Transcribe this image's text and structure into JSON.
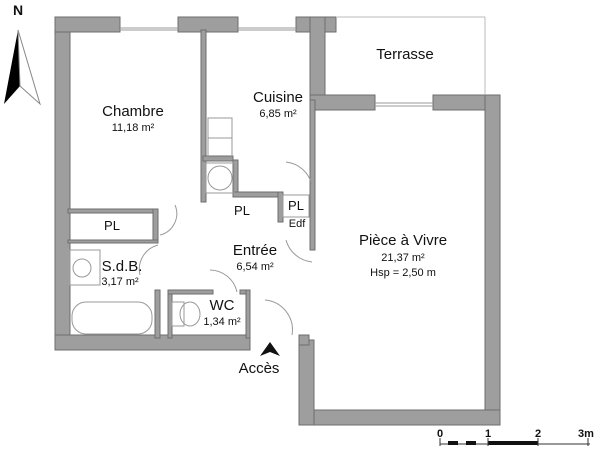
{
  "compass": {
    "label": "N"
  },
  "rooms": {
    "chambre": {
      "name": "Chambre",
      "area": "11,18 m²"
    },
    "cuisine": {
      "name": "Cuisine",
      "area": "6,85 m²"
    },
    "terrasse": {
      "name": "Terrasse"
    },
    "piece": {
      "name": "Pièce à Vivre",
      "area": "21,37 m²",
      "hsp": "Hsp = 2,50 m"
    },
    "entree": {
      "name": "Entrée",
      "area": "6,54 m²"
    },
    "sdb": {
      "name": "S.d.B.",
      "area": "3,17 m²"
    },
    "wc": {
      "name": "WC",
      "area": "1,34 m²"
    }
  },
  "closets": {
    "pl_chambre": "PL",
    "pl_cuisine": "PL",
    "pl_small": "PL",
    "edf": "Edf"
  },
  "access": {
    "label": "Accès"
  },
  "scale": {
    "ticks": [
      "0",
      "1",
      "2",
      "3m"
    ]
  },
  "colors": {
    "wall": "#9e9e9e",
    "wall_stroke": "#6e6e6e"
  }
}
